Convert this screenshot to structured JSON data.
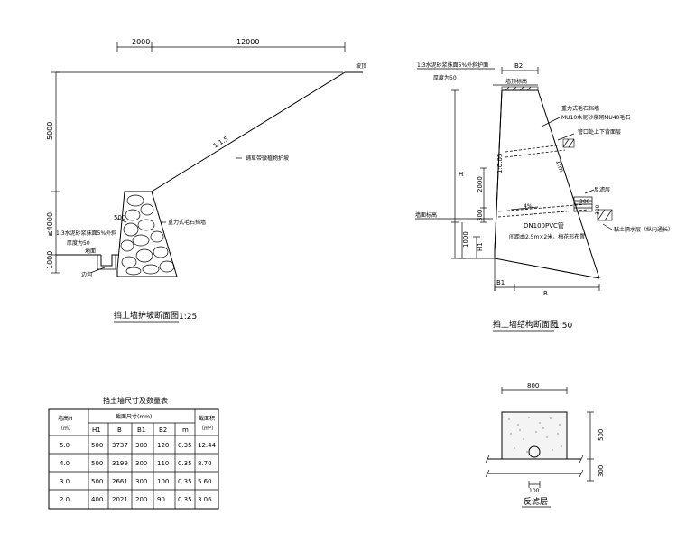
{
  "left_section": {
    "dim_top_1": "2000",
    "dim_top_2": "12000",
    "dim_side_slope": "5000",
    "dim_side_wall": "≤4000",
    "dim_side_base": "1000",
    "label_top": "坡顶",
    "label_slope_ratio": "1:1.5",
    "label_slope_protect": "铺草带微植物护坡",
    "label_500": "500",
    "label_mortar": "1:3水泥砂浆抹面5%外斜",
    "label_thickness": "厚度为50",
    "label_ground": "地面",
    "label_trench": "边沟",
    "label_wall": "重力式毛石挡墙",
    "title": "挡土墙护坡断面图",
    "scale": "1:25"
  },
  "right_section": {
    "label_mortar_top": "1:3水泥砂浆抹面5%外斜护面",
    "label_thickness": "厚度为50",
    "label_b2": "B2",
    "label_coping": "墙顶标高",
    "label_masonry_1": "重力式毛石挡墙",
    "label_masonry_2": "MU10水泥砂浆砌MU40毛石",
    "label_drain_hole": "管口处上下背面层",
    "label_h": "H",
    "label_2000": "2000",
    "label_ratio_front": "1:0.05",
    "label_ratio_back": "1:m",
    "label_filter": "反滤层",
    "label_filter_dim_1": "300",
    "label_filter_dim_2": "300",
    "label_clay": "黏土隔水层（纵向通长）",
    "label_slope_pct": "4%",
    "label_pvc": "DN100PVC管",
    "label_pvc_spacing": "间距由2.5m×2米，梅花形布置",
    "label_base_level": "墙面标高",
    "label_300": "300",
    "label_1000": "1000",
    "label_h1": "H1",
    "label_b1": "B1",
    "label_b": "B",
    "title": "挡土墙结构断面图",
    "scale": "1:50"
  },
  "table": {
    "title": "挡土墙尺寸及数量表",
    "head_height": "墙高H",
    "head_height_unit": "（m）",
    "head_section": "截面尺寸(mm)",
    "head_area": "截面积",
    "head_area_unit": "（m²）",
    "columns": [
      "H1",
      "B",
      "B1",
      "B2",
      "m"
    ],
    "rows": [
      [
        "5.0",
        "500",
        "3737",
        "300",
        "120",
        "0.35",
        "12.44"
      ],
      [
        "4.0",
        "500",
        "3199",
        "300",
        "110",
        "0.35",
        "8.70"
      ],
      [
        "3.0",
        "500",
        "2661",
        "300",
        "100",
        "0.35",
        "5.60"
      ],
      [
        "2.0",
        "400",
        "2021",
        "200",
        "90",
        "0.35",
        "3.06"
      ]
    ]
  },
  "filter_detail": {
    "dim_width": "800",
    "dim_height": "500",
    "dim_bottom": "300",
    "dim_offset": "100",
    "title": "反滤层"
  }
}
